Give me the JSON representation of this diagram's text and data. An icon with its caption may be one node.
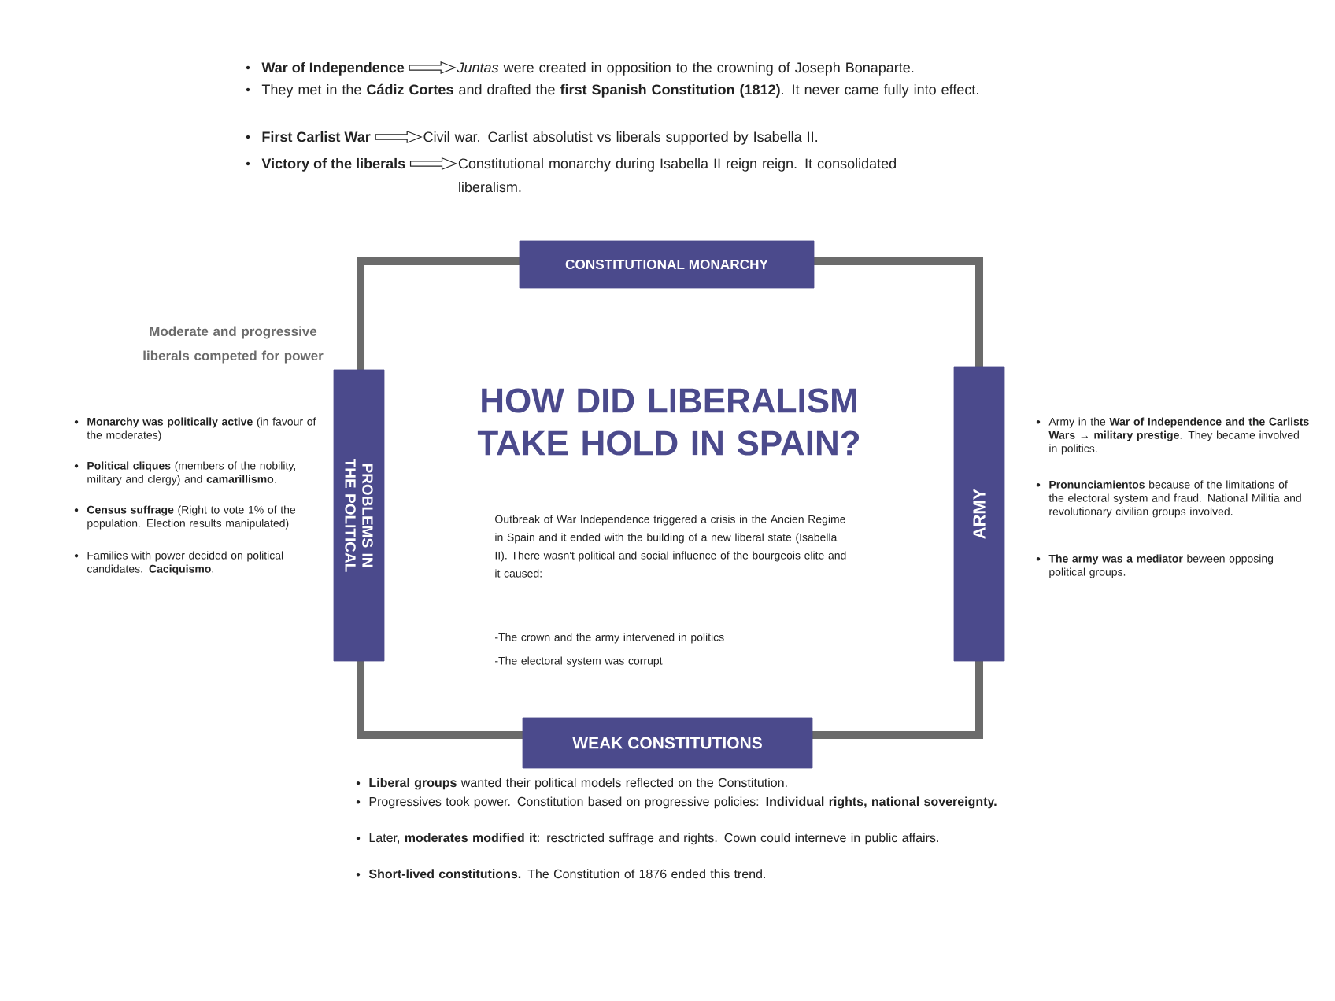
{
  "diagram": {
    "title": "HOW DID LIBERALISM TAKE HOLD IN SPAIN?",
    "nodes": [
      {
        "text": [
          "Outbreak of War Independence triggered a crisis in the Ancien Regime in Spain and it ended with the building of a new liberal state (Isabella II). There wasn't political and social influence of the bourgeois elite and it caused:",
          "-The crown and the army intervened in politics",
          "-The electoral system was corrupt"
        ]
      },
      {
        "text": [
          "CONSTITUTIONAL MONARCHY"
        ],
        "beside": [
          "War of Independence",
          "*Juntas* were created in opposition to the crowning of Joseph Bonaparte.",
          "They met in the **Cádiz Cortes** and drafted the **first Spanish Constitution (1812)**. It never came fully into effect.",
          "First Carlist War",
          "Civil war. Carlist absolutist vs liberals supported by Isabella II.",
          "Victory of the liberals",
          "Constitutional monarchy during Isabella II reign reign. It consolidated liberalism."
        ]
      },
      {
        "text": [
          "PROBLEMS IN THE POLITICAL"
        ],
        "beside": [
          "Moderate and progressive liberals competed for power",
          "**Monarchy was politically active** (in favour of the moderates)",
          "**Political cliques** (members of the nobility, military and clergy) and **camarillismo**.",
          "**Census suffrage** (Right to vote 1% of the population. Election results manipulated)",
          "Families with power decided on political candidates. **Caciquismo**."
        ]
      },
      {
        "text": [
          "ARMY"
        ],
        "beside": [
          "Army in the **War of Independence and the Carlists Wars** → **military prestige**. They became involved in politics.",
          "**Pronunciamientos** because of the limitations of the electoral system and fraud. National Militia and revolutionary civilian groups involved.",
          "**The army was a mediator** beween opposing political groups."
        ]
      },
      {
        "text": [
          "WEAK CONSTITUTIONS"
        ],
        "beside": [
          "**Liberal groups** wanted their political models reflected on the Constitution.",
          "Progressives took power. Constitution based on progressive policies: **Individual rights, national sovereignty.**",
          "Later, **moderates modified it**: resctricted suffrage and rights. Cown could interneve in public affairs.",
          "**Short-lived constitutions.** The Constitution of 1876 ended this trend."
        ]
      }
    ]
  }
}
